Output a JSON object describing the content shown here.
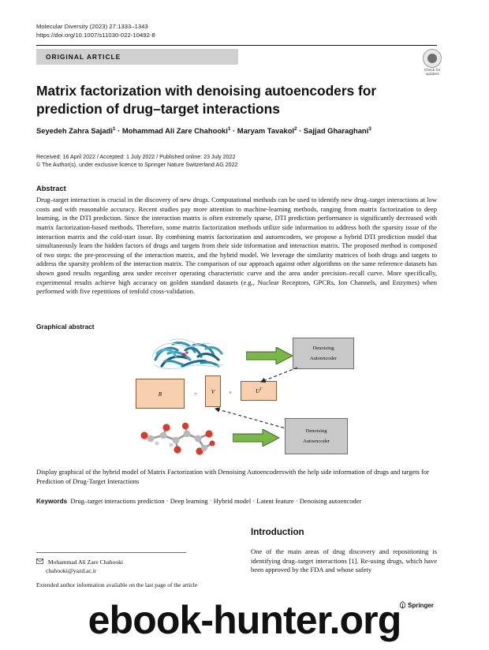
{
  "header": {
    "journal_citation": "Molecular Diversity (2023) 27:1333–1343",
    "doi": "https://doi.org/10.1007/s11030-022-10492-8",
    "article_type": "ORIGINAL ARTICLE",
    "crossmark_label": "Check for updates"
  },
  "article": {
    "title": "Matrix factorization with denoising autoencoders for prediction of drug–target interactions",
    "authors_html": "Seyedeh Zahra Sajadi<sup>1</sup> · Mohammad Ali Zare Chahooki<sup>1</sup> · Maryam Tavakol<sup>2</sup> · Sajjad Gharaghani<sup>3</sup>",
    "received_line": "Received: 16 April 2022 / Accepted: 1 July 2022 / Published online: 23 July 2022",
    "copyright_line": "© The Author(s), under exclusive licence to Springer Nature Switzerland AG 2022"
  },
  "abstract": {
    "heading": "Abstract",
    "text": "Drug–target interaction is crucial in the discovery of new drugs. Computational methods can be used to identify new drug–target interactions at low costs and with reasonable accuracy. Recent studies pay more attention to machine-learning methods, ranging from matrix factorization to deep learning, in the DTI prediction. Since the interaction matrix is often extremely sparse, DTI prediction performance is significantly decreased with matrix factorization-based methods. Therefore, some matrix factorization methods utilize side information to address both the sparsity issue of the interaction matrix and the cold-start issue. By combining matrix factorization and autoencoders, we propose a hybrid DTI prediction model that simultaneously learn the hidden factors of drugs and targets from their side information and interaction matrix. The proposed method is composed of two steps: the pre-processing of the interaction matrix, and the hybrid model. We leverage the similarity matrices of both drugs and targets to address the sparsity problem of the interaction matrix. The comparison of our approach against other algorithms on the same reference datasets has shown good results regarding area under receiver operating characteristic curve and the area under precision–recall curve. More specifically, experimental results achieve high accuracy on golden standard datasets (e.g., Nuclear Receptors, GPCRs, Ion Channels, and Enzymes) when performed with five repetitions of tenfold cross-validation."
  },
  "graphical_abstract": {
    "heading": "Graphical abstract",
    "diagram": {
      "protein_label": "protein-ribbon-structure",
      "molecule_label": "ball-and-stick-molecule",
      "top_autoencoder": "Denoising\nAutoencoder",
      "top_autoencoder_line1": "Denoising",
      "top_autoencoder_line2": "Autoencoder",
      "bottom_autoencoder_line1": "Denoising",
      "bottom_autoencoder_line2": "Autoencoder",
      "matrix_r": "R",
      "matrix_v": "V",
      "matrix_ut": "U",
      "matrix_ut_sup": "T",
      "equals_symbol": "=",
      "times_symbol": "×",
      "arrow_color": "#7ab648",
      "box_fill_gray": "#c8c8c8",
      "box_fill_peach": "#f7cfae",
      "box_border_peach": "#8c5a33"
    },
    "caption": "Display graphical of the hybrid model of Matrix Factorization with Denoising Autoencoderswith the help side information of drugs and targets for Prediction of Drug-Target Interactions"
  },
  "keywords": {
    "label": "Keywords",
    "text": "Drug–target interactions prediction · Deep learning · Hybrid model · Latent feature · Denoising autoencoder"
  },
  "correspondence": {
    "envelope_icon": "envelope-icon",
    "name": "Mohammad Ali Zare Chahooki",
    "email": "chahooki@yazd.ac.ir",
    "extended_info": "Extended author information available on the last page of the article"
  },
  "introduction": {
    "heading": "Introduction",
    "text": "One of the main areas of drug discovery and repositioning is identifying drug–target interactions [1]. Re-using drugs, which have been approved by the FDA and whose safety"
  },
  "footer": {
    "publisher": "Springer",
    "publisher_icon": "springer-tree-icon",
    "watermark": "ebook-hunter.org"
  }
}
